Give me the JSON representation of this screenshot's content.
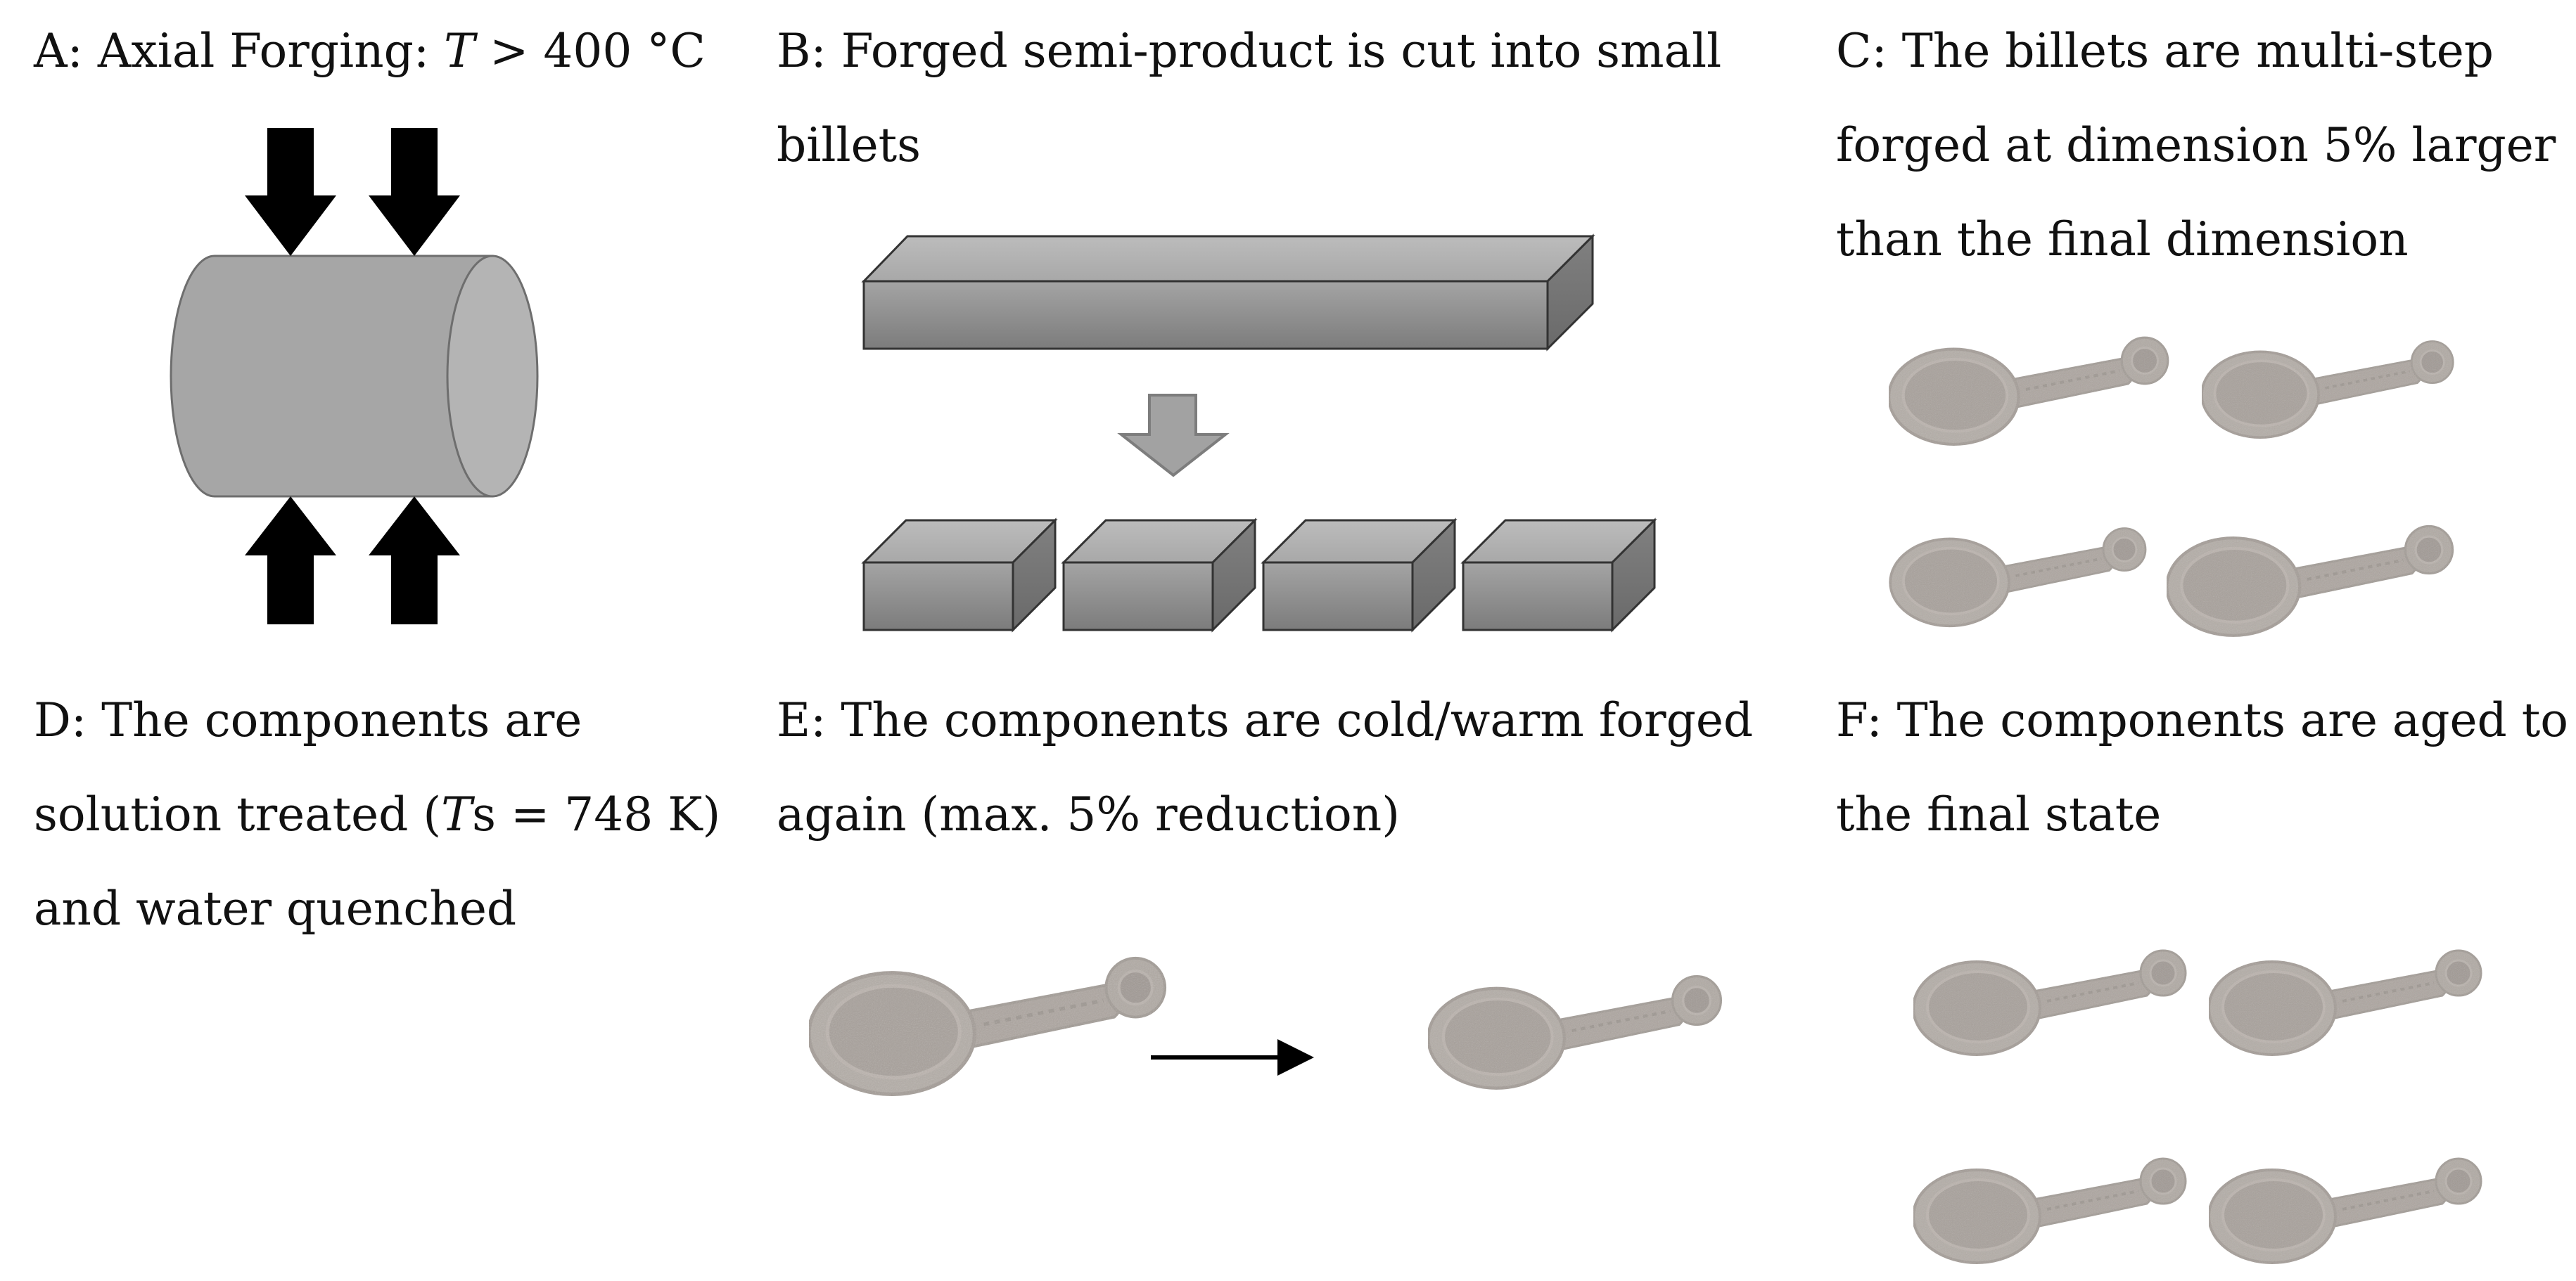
{
  "panels": {
    "a": {
      "text_1": "A: Axial Forging: ",
      "var": "T",
      "text_2": " > 400 °C"
    },
    "b": {
      "line1": "B: Forged semi-product is cut into small",
      "line2": "billets"
    },
    "c": {
      "line1": "C: The billets are multi-step",
      "line2": "forged at dimension 5% larger",
      "line3": "than the final dimension"
    },
    "d": {
      "line1": "D: The components are",
      "line2_pre": "solution treated (",
      "line2_var": "T",
      "line2_post": "s = 748 K)",
      "line3": "and water quenched"
    },
    "e": {
      "line1": "E: The components are cold/warm forged",
      "line2": "again (max. 5% reduction)"
    },
    "f": {
      "line1": "F: The components are aged to",
      "line2": "the final state"
    }
  },
  "colors": {
    "cylinder_body": "#a6a6a6",
    "cylinder_end": "#b4b4b4",
    "arrow_black": "#000000",
    "bar_top": "#b2b2b2",
    "bar_front": "#8a8a8a",
    "bar_side": "#707070",
    "part_fill": "#b3aca6",
    "part_dark": "#9b948e"
  },
  "icons": [
    "down-arrow-icon",
    "up-arrow-icon",
    "process-arrow-icon",
    "right-arrow-icon"
  ]
}
